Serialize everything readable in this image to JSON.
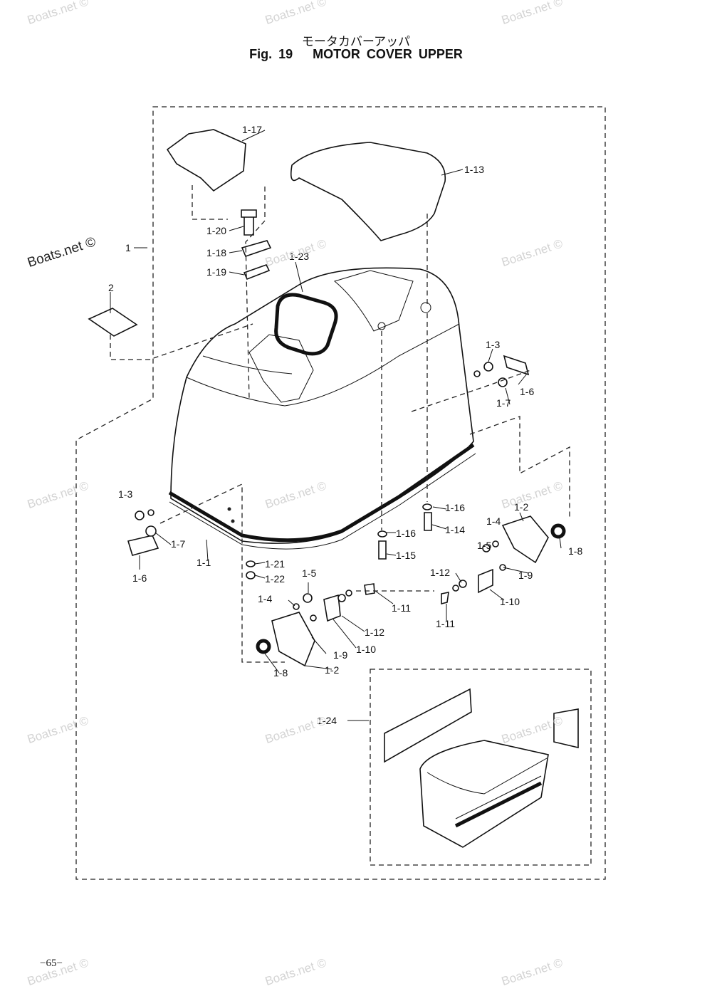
{
  "header": {
    "title_jp": "モータカバーアッパ",
    "fig_label": "Fig. 19",
    "title_en": "MOTOR COVER UPPER"
  },
  "watermark": "Boats.net ©",
  "page_number": "−65−",
  "callouts": {
    "c1": "1",
    "c2": "2",
    "c1_1": "1-1",
    "c1_2a": "1-2",
    "c1_2b": "1-2",
    "c1_3a": "1-3",
    "c1_3b": "1-3",
    "c1_4a": "1-4",
    "c1_4b": "1-4",
    "c1_5a": "1-5",
    "c1_5b": "1-5",
    "c1_6a": "1-6",
    "c1_6b": "1-6",
    "c1_7a": "1-7",
    "c1_7b": "1-7",
    "c1_8a": "1-8",
    "c1_8b": "1-8",
    "c1_9a": "1-9",
    "c1_9b": "1-9",
    "c1_10a": "1-10",
    "c1_10b": "1-10",
    "c1_11a": "1-11",
    "c1_11b": "1-11",
    "c1_12a": "1-12",
    "c1_12b": "1-12",
    "c1_13": "1-13",
    "c1_14": "1-14",
    "c1_15": "1-15",
    "c1_16a": "1-16",
    "c1_16b": "1-16",
    "c1_17": "1-17",
    "c1_18": "1-18",
    "c1_19": "1-19",
    "c1_20": "1-20",
    "c1_21": "1-21",
    "c1_22": "1-22",
    "c1_23": "1-23",
    "c1_24": "1-24"
  }
}
